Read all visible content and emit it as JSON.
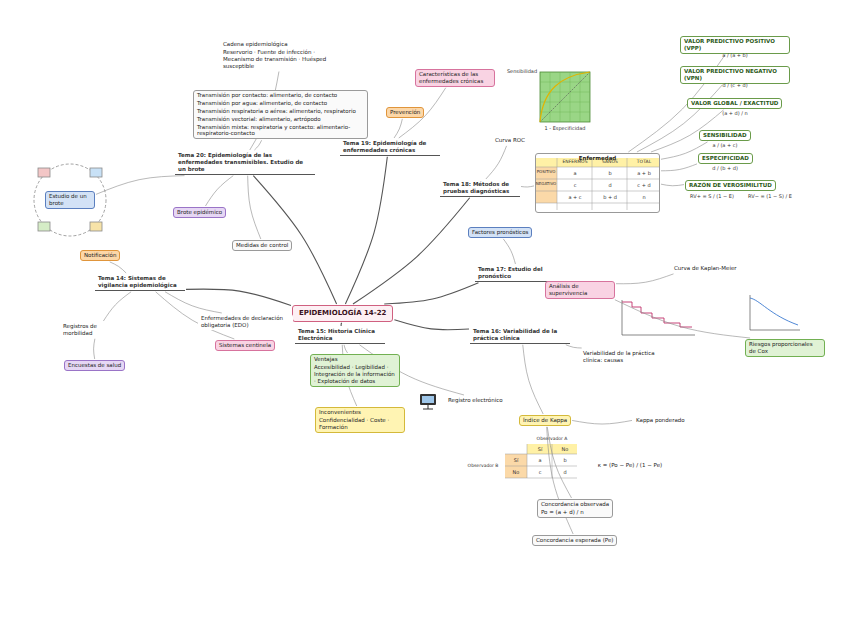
{
  "diagram": {
    "nodes": [
      {
        "text": [
          "EPIDEMIOLOGÍA 14-22"
        ]
      },
      {
        "text": [
          "Tema 20: Epidemiología de las enfermedades transmisibles. Estudio de un brote"
        ]
      },
      {
        "text": [
          "Tema 19: Epidemiología de enfermedades crónicas"
        ]
      },
      {
        "text": [
          "Tema 18: Métodos de pruebas diagnósticas"
        ]
      },
      {
        "text": [
          "Tema 17: Estudio del pronóstico"
        ]
      },
      {
        "text": [
          "Tema 16: Variabilidad de la práctica clínica"
        ]
      },
      {
        "text": [
          "Tema 15: Historia Clínica Electrónica"
        ]
      },
      {
        "text": [
          "Tema 14: Sistemas de vigilancia epidemiológica"
        ]
      },
      {
        "text": [
          "Transmisión por contacto: alimentario, de contacto",
          "Transmisión por agua: alimentario, de contacto",
          "Transmisión respiratoria o aérea: alimentario, respiratorio",
          "Transmisión vectorial: alimentario, artrópodo",
          "Transmisión mixta: respiratoria y contacto: alimentario-respiratorio-contacto"
        ]
      },
      {
        "text": [
          "Cadena epidemiológica",
          "Reservorio · Fuente de infección · Mecanismo de transmisión · Huésped susceptible"
        ]
      },
      {
        "text": [
          "Estudio de un brote"
        ]
      },
      {
        "text": [
          "Brote epidémico"
        ]
      },
      {
        "text": [
          "Medidas de control"
        ]
      },
      {
        "text": [
          "Características de las enfermedades crónicas"
        ]
      },
      {
        "text": [
          "Prevención"
        ]
      },
      {
        "text": [
          "Curva ROC"
        ]
      },
      {
        "text": [
          "Enfermedad"
        ]
      },
      {
        "text": [
          "VALOR PREDICTIVO POSITIVO (VPP)"
        ]
      },
      {
        "text": [
          "VALOR PREDICTIVO NEGATIVO (VPN)"
        ]
      },
      {
        "text": [
          "VALOR GLOBAL / EXACTITUD"
        ]
      },
      {
        "text": [
          "SENSIBILIDAD"
        ]
      },
      {
        "text": [
          "ESPECIFICIDAD"
        ]
      },
      {
        "text": [
          "RAZÓN DE VEROSIMILITUD"
        ]
      },
      {
        "text": [
          "Factores pronósticos"
        ]
      },
      {
        "text": [
          "Análisis de supervivencia"
        ]
      },
      {
        "text": [
          "Curva de Kaplan-Meier"
        ]
      },
      {
        "text": [
          "Riesgos proporcionales de Cox"
        ]
      },
      {
        "text": [
          "Variabilidad de la práctica clínica: causas"
        ]
      },
      {
        "text": [
          "Índice de Kappa"
        ]
      },
      {
        "text": [
          "Concordancia observada",
          "Po = (a + d) / n"
        ]
      },
      {
        "text": [
          "Concordancia esperada (Pe)"
        ]
      },
      {
        "text": [
          "Kappa ponderado"
        ]
      },
      {
        "text": [
          "Ventajas",
          "Accesibilidad · Legibilidad · Integración de la información · Explotación de datos"
        ]
      },
      {
        "text": [
          "Inconvenientes",
          "Confidencialidad · Coste · Formación"
        ]
      },
      {
        "text": [
          "Registro electrónico"
        ]
      },
      {
        "text": [
          "Notificación"
        ]
      },
      {
        "text": [
          "Enfermedades de declaración obligatoria (EDO)"
        ]
      },
      {
        "text": [
          "Sistemas centinela"
        ]
      },
      {
        "text": [
          "Registros de morbilidad"
        ]
      },
      {
        "text": [
          "Encuestas de salud"
        ]
      }
    ],
    "edges": [
      {
        "from": 0,
        "to": 1,
        "arrow": "none"
      },
      {
        "from": 0,
        "to": 2,
        "arrow": "none"
      },
      {
        "from": 0,
        "to": 3,
        "arrow": "none"
      },
      {
        "from": 0,
        "to": 4,
        "arrow": "none"
      },
      {
        "from": 0,
        "to": 5,
        "arrow": "none"
      },
      {
        "from": 0,
        "to": 6,
        "arrow": "none"
      },
      {
        "from": 0,
        "to": 7,
        "arrow": "none"
      },
      {
        "from": 1,
        "to": 8,
        "arrow": "none"
      },
      {
        "from": 1,
        "to": 9,
        "arrow": "none"
      },
      {
        "from": 1,
        "to": 10,
        "arrow": "none"
      },
      {
        "from": 1,
        "to": 11,
        "arrow": "none"
      },
      {
        "from": 1,
        "to": 12,
        "arrow": "none"
      },
      {
        "from": 2,
        "to": 13,
        "arrow": "none"
      },
      {
        "from": 2,
        "to": 14,
        "arrow": "none"
      },
      {
        "from": 3,
        "to": 15,
        "arrow": "none"
      },
      {
        "from": 3,
        "to": 16,
        "arrow": "none"
      },
      {
        "from": 16,
        "to": 17,
        "arrow": "none"
      },
      {
        "from": 16,
        "to": 18,
        "arrow": "none"
      },
      {
        "from": 16,
        "to": 19,
        "arrow": "none"
      },
      {
        "from": 16,
        "to": 20,
        "arrow": "none"
      },
      {
        "from": 16,
        "to": 21,
        "arrow": "none"
      },
      {
        "from": 16,
        "to": 22,
        "arrow": "none"
      },
      {
        "from": 4,
        "to": 23,
        "arrow": "none"
      },
      {
        "from": 4,
        "to": 24,
        "arrow": "none"
      },
      {
        "from": 24,
        "to": 25,
        "arrow": "none"
      },
      {
        "from": 24,
        "to": 26,
        "arrow": "none"
      },
      {
        "from": 5,
        "to": 27,
        "arrow": "none"
      },
      {
        "from": 5,
        "to": 28,
        "arrow": "none"
      },
      {
        "from": 28,
        "to": 29,
        "arrow": "none"
      },
      {
        "from": 28,
        "to": 30,
        "arrow": "none"
      },
      {
        "from": 28,
        "to": 31,
        "arrow": "none"
      },
      {
        "from": 6,
        "to": 32,
        "arrow": "none"
      },
      {
        "from": 6,
        "to": 33,
        "arrow": "none"
      },
      {
        "from": 6,
        "to": 34,
        "arrow": "none"
      },
      {
        "from": 7,
        "to": 35,
        "arrow": "none"
      },
      {
        "from": 7,
        "to": 36,
        "arrow": "none"
      },
      {
        "from": 7,
        "to": 37,
        "arrow": "none"
      },
      {
        "from": 7,
        "to": 38,
        "arrow": "none"
      },
      {
        "from": 38,
        "to": 39,
        "arrow": "none"
      }
    ],
    "labels": [
      "Sensibilidad",
      "1 - Especificidad",
      "ENFERMOS",
      "SANOS",
      "TOTAL",
      "POSITIVO",
      "a",
      "b",
      "a + b",
      "NEGATIVO",
      "c",
      "d",
      "c + d",
      "a + c",
      "b + d",
      "n",
      "a / (a + b)",
      "d / (c + d)",
      "(a + d) / n",
      "a / (a + c)",
      "d / (b + d)",
      "RV+ = S / (1 − E)",
      "RV− = (1 − S) / E",
      "Observador A",
      "Observador B",
      "Sí",
      "No",
      "Sí",
      "No",
      "a",
      "b",
      "c",
      "d",
      "κ = (Po − Pe) / (1 − Pe)"
    ]
  }
}
